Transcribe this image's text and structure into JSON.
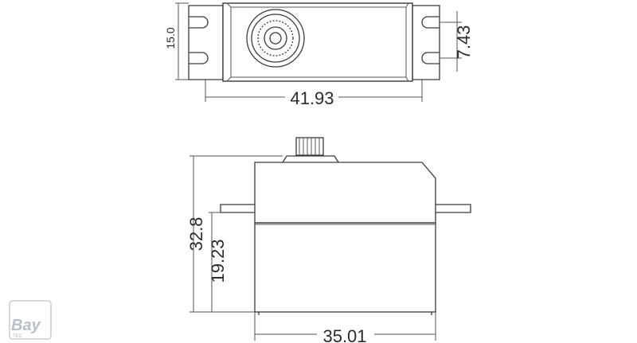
{
  "top_view": {
    "height_label": "15.0",
    "hole_spacing_label": "7.43",
    "width_label": "41.93"
  },
  "side_view": {
    "total_height_label": "32.8",
    "mount_height_label": "19.23",
    "body_width_label": "35.01"
  },
  "logo": {
    "text": "Bay",
    "subtext": "TEC"
  },
  "colors": {
    "line": "#3a3a3a",
    "logo": "#c9ced6"
  }
}
